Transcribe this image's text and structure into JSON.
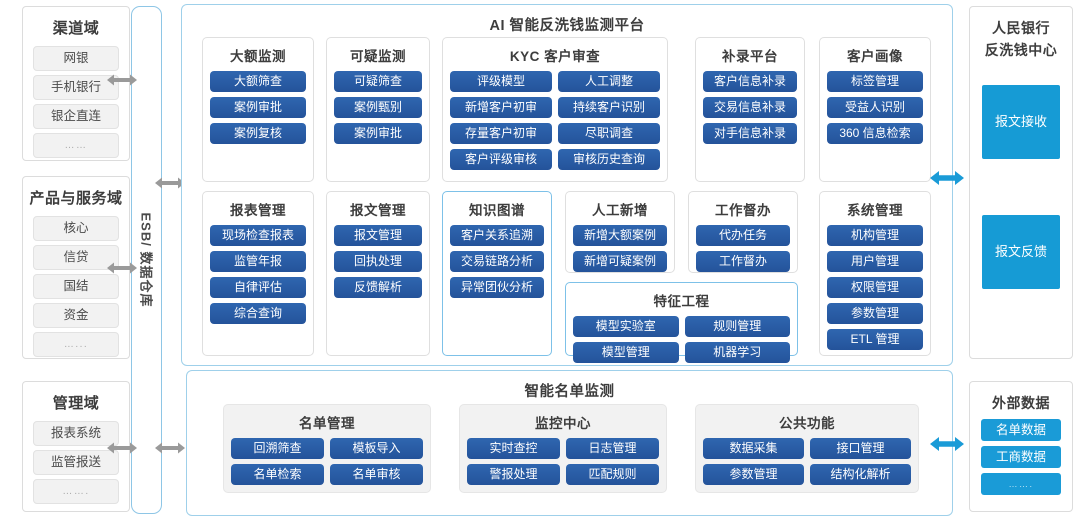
{
  "esb": {
    "label": "ESB/ 数据仓库"
  },
  "left_domains": [
    {
      "title": "渠道域",
      "items": [
        "网银",
        "手机银行",
        "银企直连",
        "……"
      ]
    },
    {
      "title": "产品与服务域",
      "items": [
        "核心",
        "信贷",
        "国结",
        "资金",
        "…..."
      ]
    },
    {
      "title": "管理域",
      "items": [
        "报表系统",
        "监管报送",
        "……."
      ]
    }
  ],
  "platform": {
    "title": "AI 智能反洗钱监测平台",
    "row1": [
      {
        "title": "大额监测",
        "layout": "full",
        "items": [
          "大额筛查",
          "案例审批",
          "案例复核"
        ]
      },
      {
        "title": "可疑监测",
        "layout": "full",
        "items": [
          "可疑筛查",
          "案例甄别",
          "案例审批"
        ]
      },
      {
        "title": "KYC 客户审查",
        "layout": "half",
        "items": [
          "评级模型",
          "人工调整",
          "新增客户初审",
          "持续客户识别",
          "存量客户初审",
          "尽职调查",
          "客户评级审核",
          "审核历史查询"
        ]
      },
      {
        "title": "补录平台",
        "layout": "full",
        "items": [
          "客户信息补录",
          "交易信息补录",
          "对手信息补录"
        ]
      },
      {
        "title": "客户画像",
        "layout": "full",
        "items": [
          "标签管理",
          "受益人识别",
          "360 信息检索"
        ]
      }
    ],
    "row2": [
      {
        "title": "报表管理",
        "layout": "full",
        "highlight": false,
        "items": [
          "现场检查报表",
          "监管年报",
          "自律评估",
          "综合查询"
        ]
      },
      {
        "title": "报文管理",
        "layout": "full",
        "highlight": false,
        "items": [
          "报文管理",
          "回执处理",
          "反馈解析"
        ]
      },
      {
        "title": "知识图谱",
        "layout": "full",
        "highlight": true,
        "items": [
          "客户关系追溯",
          "交易链路分析",
          "异常团伙分析"
        ]
      },
      {
        "title": "人工新增",
        "layout": "full",
        "highlight": false,
        "items": [
          "新增大额案例",
          "新增可疑案例"
        ]
      },
      {
        "title": "工作督办",
        "layout": "full",
        "highlight": false,
        "items": [
          "代办任务",
          "工作督办"
        ]
      },
      {
        "title": "系统管理",
        "layout": "full",
        "highlight": false,
        "items": [
          "机构管理",
          "用户管理",
          "权限管理",
          "参数管理",
          "ETL 管理"
        ]
      }
    ],
    "feature": {
      "title": "特征工程",
      "layout": "half",
      "highlight": true,
      "items": [
        "模型实验室",
        "规则管理",
        "模型管理",
        "机器学习"
      ]
    }
  },
  "list_section": {
    "title": "智能名单监测",
    "groups": [
      {
        "title": "名单管理",
        "items": [
          "回溯筛查",
          "模板导入",
          "名单检索",
          "名单审核"
        ]
      },
      {
        "title": "监控中心",
        "items": [
          "实时查控",
          "日志管理",
          "警报处理",
          "匹配规则"
        ]
      },
      {
        "title": "公共功能",
        "items": [
          "数据采集",
          "接口管理",
          "参数管理",
          "结构化解析"
        ]
      }
    ]
  },
  "right": {
    "pboc": {
      "title_line1": "人民银行",
      "title_line2": "反洗钱中心",
      "receive": "报文接收",
      "feedback": "报文反馈"
    },
    "external": {
      "title": "外部数据",
      "items": [
        "名单数据",
        "工商数据",
        "……."
      ]
    }
  }
}
